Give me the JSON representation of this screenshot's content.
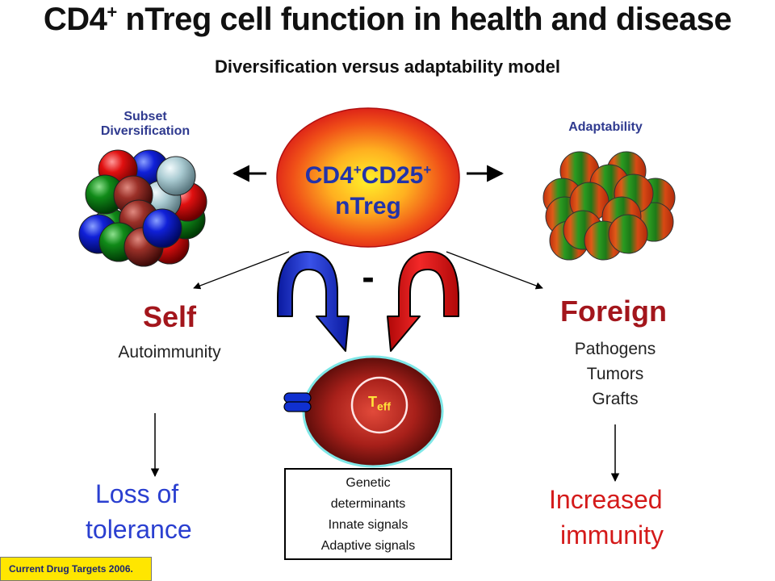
{
  "title": {
    "main": "CD4",
    "sup": "+",
    "rest": " nTreg cell function in health and disease"
  },
  "subtitle": "Diversification versus adaptability model",
  "left_cluster": {
    "label_line1": "Subset",
    "label_line2": "Diversification"
  },
  "right_cluster": {
    "label": "Adaptability"
  },
  "center_cell": {
    "line1_a": "CD4",
    "line1_sup1": "+",
    "line1_b": "CD25",
    "line1_sup2": "+",
    "line2": "nTreg"
  },
  "inhibition_sign": "-",
  "self": {
    "heading": "Self",
    "sub": "Autoimmunity"
  },
  "foreign": {
    "heading": "Foreign",
    "items": [
      "Pathogens",
      "Tumors",
      "Grafts"
    ]
  },
  "teff": {
    "label": "T",
    "sub": "eff"
  },
  "factors": [
    "Genetic",
    "determinants",
    "Innate signals",
    "Adaptive signals"
  ],
  "outcome_left": {
    "line1": "Loss of",
    "line2": "tolerance"
  },
  "outcome_right": {
    "line1": "Increased",
    "line2": "immunity"
  },
  "citation": "Current Drug Targets 2006.",
  "colors": {
    "title_blue": "#2f3a8f",
    "self_red": "#a3161c",
    "outcome_blue": "#2a3fd0",
    "outcome_red": "#d41a1a",
    "citation_bg": "#ffe600"
  }
}
